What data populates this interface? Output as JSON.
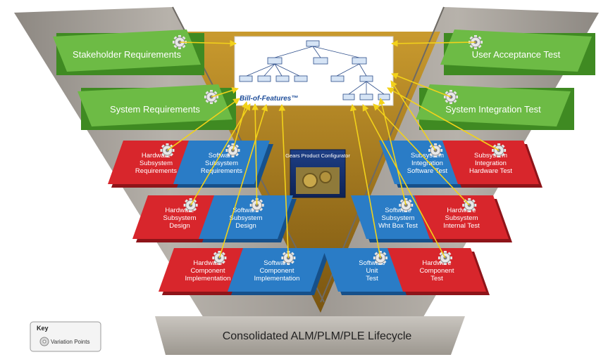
{
  "diagram": {
    "title": "Consolidated ALM/PLM/PLE Lifecycle",
    "center_top_label": "Bill-of-Features™",
    "center_box_label": "Gears Product Configurator",
    "key": {
      "title": "Key",
      "item_label": "Variation Points"
    },
    "left_blocks": [
      {
        "id": "stakeholder-requirements",
        "lines": [
          "Stakeholder Requirements"
        ],
        "color": "green"
      },
      {
        "id": "system-requirements",
        "lines": [
          "System Requirements"
        ],
        "color": "green"
      },
      {
        "id": "hardware-subsystem-requirements",
        "lines": [
          "Hardware",
          "Subsystem",
          "Requirements"
        ],
        "color": "red"
      },
      {
        "id": "software-subsystem-requirements",
        "lines": [
          "Software",
          "Subsystem",
          "Requirements"
        ],
        "color": "blue"
      },
      {
        "id": "hardware-subsystem-design",
        "lines": [
          "Hardware",
          "Subsystem",
          "Design"
        ],
        "color": "red"
      },
      {
        "id": "software-subsystem-design",
        "lines": [
          "Software",
          "Subsystem",
          "Design"
        ],
        "color": "blue"
      },
      {
        "id": "hardware-component-implementation",
        "lines": [
          "Hardware",
          "Component",
          "Implementation"
        ],
        "color": "red"
      },
      {
        "id": "software-component-implementation",
        "lines": [
          "Software",
          "Component",
          "Implementation"
        ],
        "color": "blue"
      }
    ],
    "right_blocks": [
      {
        "id": "user-acceptance-test",
        "lines": [
          "User Acceptance Test"
        ],
        "color": "green"
      },
      {
        "id": "system-integration-test",
        "lines": [
          "System Integration Test"
        ],
        "color": "green"
      },
      {
        "id": "subsystem-integration-software-test",
        "lines": [
          "Subsystem",
          "Integration",
          "Software Test"
        ],
        "color": "blue"
      },
      {
        "id": "subsystem-integration-hardware-test",
        "lines": [
          "Subsystem",
          "Integration",
          "Hardware Test"
        ],
        "color": "red"
      },
      {
        "id": "software-subsystem-wht-box-test",
        "lines": [
          "Software",
          "Subsystem",
          "Wht Box Test"
        ],
        "color": "blue"
      },
      {
        "id": "hardware-subsystem-internal-test",
        "lines": [
          "Hardware",
          "Subsystem",
          "Internal Test"
        ],
        "color": "red"
      },
      {
        "id": "software-unit-test",
        "lines": [
          "Software",
          "Unit",
          "Test"
        ],
        "color": "blue"
      },
      {
        "id": "hardware-component-test",
        "lines": [
          "Hardware",
          "Component",
          "Test"
        ],
        "color": "red"
      }
    ],
    "colors": {
      "green": "#6dbb45",
      "green_dark": "#3f8a22",
      "red": "#d8262c",
      "red_dark": "#8e1419",
      "blue": "#2a7cc6",
      "blue_dark": "#16508a",
      "v_frame": "#a9a49d",
      "v_frame_dark": "#7f7a74",
      "inner_gold": "#a8791e",
      "arrow": "#f2d21a",
      "white": "#ffffff"
    }
  }
}
